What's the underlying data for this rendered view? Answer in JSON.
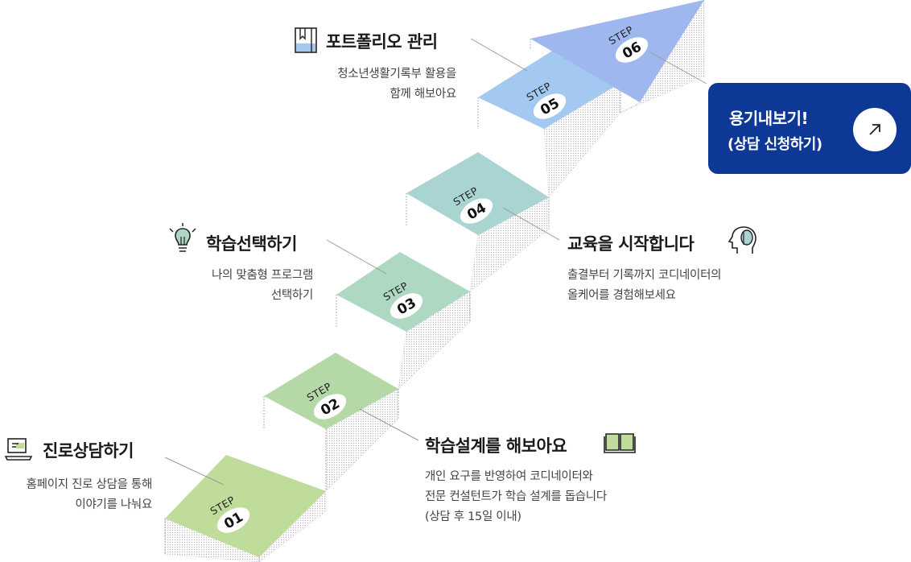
{
  "steps": [
    {
      "step_label": "STEP",
      "num": "01",
      "color": "#bfdc9a",
      "title": "진로상담하기",
      "desc": "홈페이지 진로 상담을 통해\n이야기를 나눠요",
      "icon": "laptop-chat-icon"
    },
    {
      "step_label": "STEP",
      "num": "02",
      "color": "#b5d9a6",
      "title": "학습설계를 해보아요",
      "desc": "개인 요구를 반영하여 코디네이터와\n전문 컨설턴트가 학습 설계를 돕습니다\n(상담 후 15일 이내)",
      "icon": "open-book-icon"
    },
    {
      "step_label": "STEP",
      "num": "03",
      "color": "#aed8c2",
      "title": "학습선택하기",
      "desc": "나의 맞춤형 프로그램\n선택하기",
      "icon": "lightbulb-icon"
    },
    {
      "step_label": "STEP",
      "num": "04",
      "color": "#a9d4d2",
      "title": "교육을 시작합니다",
      "desc": "출결부터 기록까지 코디네이터의\n올케어를 경험해보세요",
      "icon": "head-brain-icon"
    },
    {
      "step_label": "STEP",
      "num": "05",
      "color": "#a3c9f0",
      "title": "포트폴리오 관리",
      "desc": "청소년생활기록부 활용을\n함께 해보아요",
      "icon": "notebook-icon"
    },
    {
      "step_label": "STEP",
      "num": "06",
      "color": "#9fb7ef"
    }
  ],
  "cta": {
    "line1": "용기내보기!",
    "line2": "(상담 신청하기)",
    "icon": "arrow-up-right-icon",
    "color": "#0d3896"
  }
}
